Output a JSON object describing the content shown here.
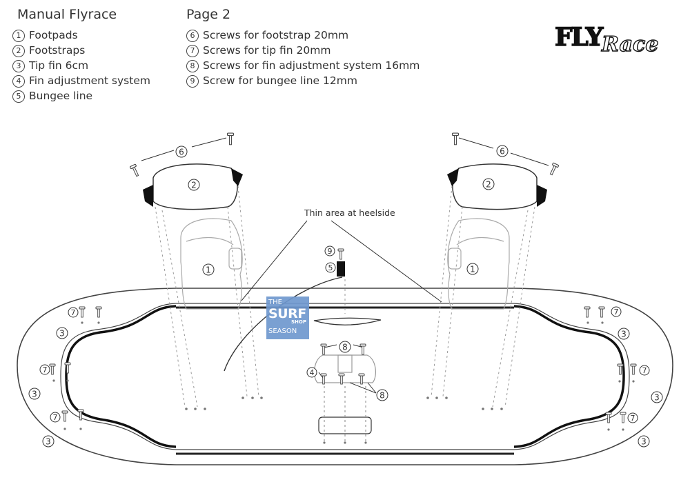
{
  "header": {
    "title": "Manual Flyrace",
    "page": "Page 2"
  },
  "parts_list": [
    {
      "num": "1",
      "label": "Footpads"
    },
    {
      "num": "2",
      "label": "Footstraps"
    },
    {
      "num": "3",
      "label": "Tip fin 6cm"
    },
    {
      "num": "4",
      "label": "Fin adjustment system"
    },
    {
      "num": "5",
      "label": "Bungee line"
    }
  ],
  "screws_list": [
    {
      "num": "6",
      "label": "Screws for footstrap 20mm"
    },
    {
      "num": "7",
      "label": "Screws for tip fin 20mm"
    },
    {
      "num": "8",
      "label": "Screws for fin adjustment system 16mm"
    },
    {
      "num": "9",
      "label": "Screw for bungee line 12mm"
    }
  ],
  "logo": {
    "word1": "FLY",
    "word2": "Race"
  },
  "diagram": {
    "annotation": "Thin area at heelside",
    "callouts": {
      "footpad": "1",
      "footstrap": "2",
      "tip_fin": "3",
      "fin_system": "4",
      "bungee": "5",
      "strap_screw": "6",
      "fin_screw": "7",
      "system_screw": "8",
      "bungee_screw": "9"
    }
  },
  "watermark": {
    "line1": "THE",
    "line2": "SURF",
    "line3": "SHOP",
    "line4": "SEASON"
  }
}
